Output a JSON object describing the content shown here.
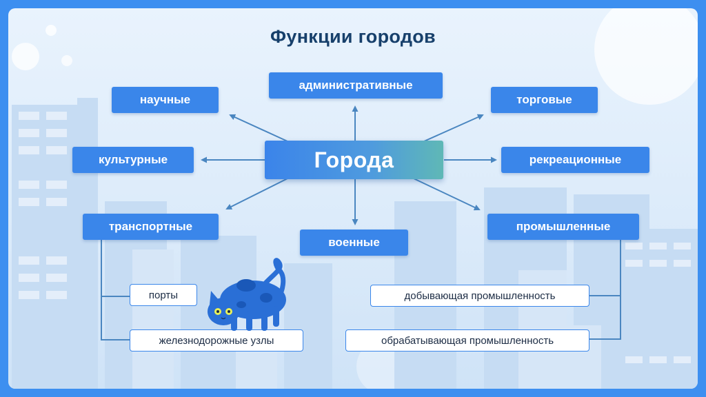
{
  "title": "Функции городов",
  "center": "Города",
  "functions": {
    "administrative": "административные",
    "scientific": "научные",
    "trade": "торговые",
    "cultural": "культурные",
    "recreational": "рекреационные",
    "transport": "транспортные",
    "military": "военные",
    "industrial": "промышленные"
  },
  "transport_subtypes": {
    "ports": "порты",
    "railway_nodes": "железнодорожные узлы"
  },
  "industry_subtypes": {
    "extractive": "добывающая промышленность",
    "manufacturing": "обрабатывающая промышленность"
  },
  "colors": {
    "frame": "#3d8ff0",
    "box": "#3a86ea",
    "arrow": "#4a86c0",
    "title": "#17406b",
    "cat": "#2a6fd6"
  },
  "illustration": "blue-cat"
}
